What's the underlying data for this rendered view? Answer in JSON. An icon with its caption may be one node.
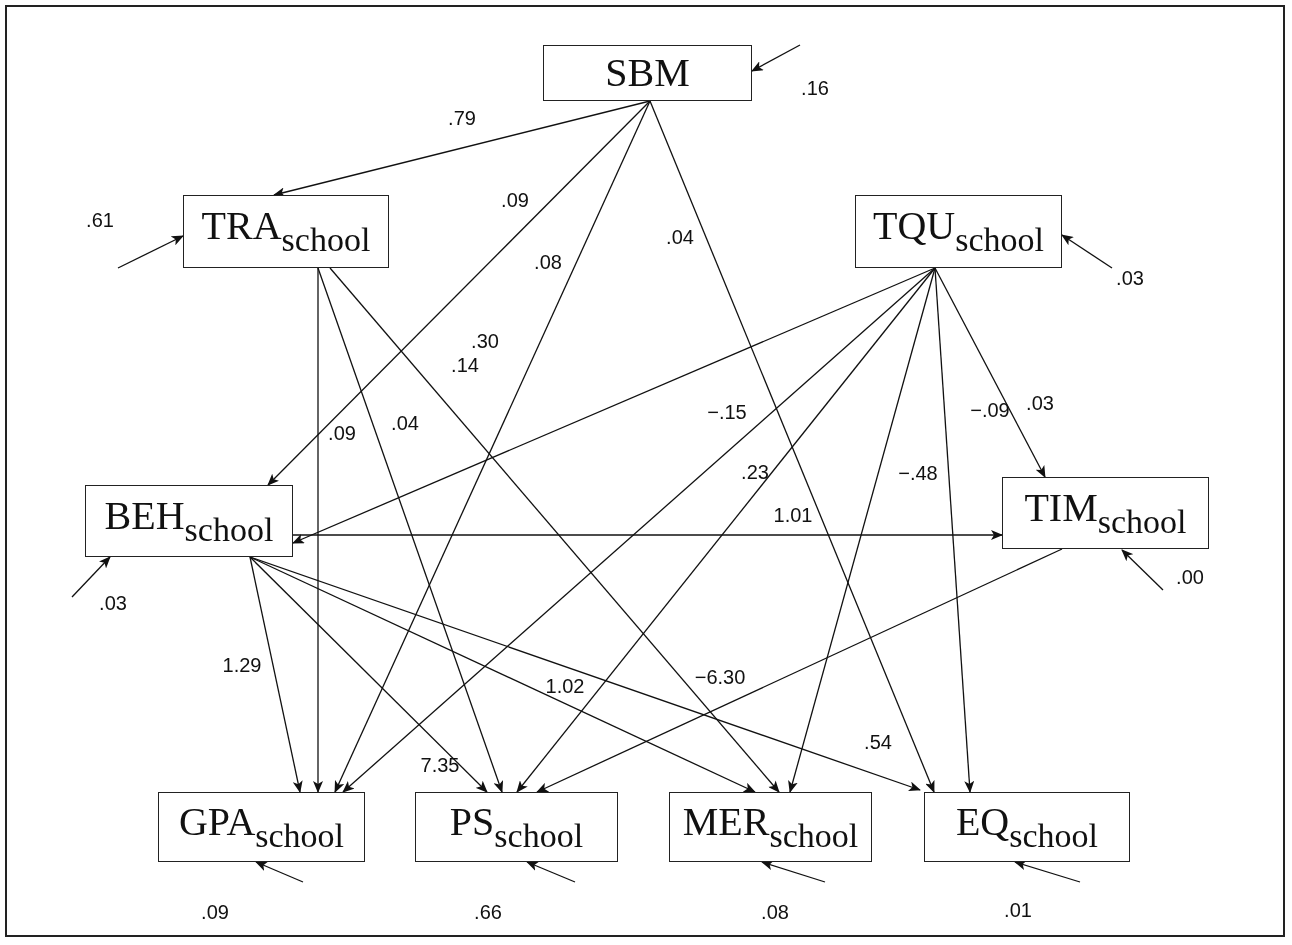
{
  "diagram": {
    "nodes": [
      {
        "text": [
          "SBM"
        ]
      },
      {
        "text": [
          "TRA$_{school}$"
        ]
      },
      {
        "text": [
          "TQU$_{school}$"
        ]
      },
      {
        "text": [
          "BEH$_{school}$"
        ]
      },
      {
        "text": [
          "TIM$_{school}$"
        ]
      },
      {
        "text": [
          "GPA$_{school}$"
        ]
      },
      {
        "text": [
          "PS$_{school}$"
        ]
      },
      {
        "text": [
          "MER$_{school}$"
        ]
      },
      {
        "text": [
          "EQ$_{school}$"
        ]
      }
    ],
    "edges": [
      {
        "from": 0,
        "to": 1,
        "arrow": "to",
        "label": ".79"
      },
      {
        "from": 0,
        "to": 3,
        "arrow": "to",
        "label": ".09"
      },
      {
        "from": 0,
        "to": 5,
        "arrow": "to",
        "label": ".08"
      },
      {
        "from": 0,
        "to": 8,
        "arrow": "to",
        "label": ".04"
      },
      {
        "from": 1,
        "to": 5,
        "arrow": "to",
        "label": ".09"
      },
      {
        "from": 1,
        "to": 6,
        "arrow": "to",
        "label": ".04"
      },
      {
        "from": 1,
        "to": 7,
        "arrow": "to",
        "label": ".14"
      },
      {
        "from": 2,
        "to": 3,
        "arrow": "to",
        "label": ".30"
      },
      {
        "from": 2,
        "to": 5,
        "arrow": "to",
        "label": "−.15"
      },
      {
        "from": 2,
        "to": 6,
        "arrow": "to",
        "label": ".23"
      },
      {
        "from": 2,
        "to": 7,
        "arrow": "to",
        "label": "−.48"
      },
      {
        "from": 2,
        "to": 8,
        "arrow": "to",
        "label": "−.09"
      },
      {
        "from": 2,
        "to": 4,
        "arrow": "to",
        "label": ".03"
      },
      {
        "from": 3,
        "to": 4,
        "arrow": "to",
        "label": "1.01"
      },
      {
        "from": 3,
        "to": 5,
        "arrow": "to",
        "label": "1.29"
      },
      {
        "from": 3,
        "to": 6,
        "arrow": "to",
        "label": "7.35"
      },
      {
        "from": 3,
        "to": 7,
        "arrow": "to",
        "label": "1.02"
      },
      {
        "from": 3,
        "to": 8,
        "arrow": "to",
        "label": ".54"
      },
      {
        "from": 4,
        "to": 6,
        "arrow": "to",
        "label": "−6.30"
      },
      {
        "from": null,
        "to": 0,
        "arrow": "to",
        "label": ".16"
      },
      {
        "from": null,
        "to": 1,
        "arrow": "to",
        "label": ".61"
      },
      {
        "from": null,
        "to": 2,
        "arrow": "to",
        "label": ".03"
      },
      {
        "from": null,
        "to": 3,
        "arrow": "to",
        "label": ".03"
      },
      {
        "from": null,
        "to": 4,
        "arrow": "to",
        "label": ".00"
      },
      {
        "from": null,
        "to": 5,
        "arrow": "to",
        "label": ".09"
      },
      {
        "from": null,
        "to": 6,
        "arrow": "to",
        "label": ".66"
      },
      {
        "from": null,
        "to": 7,
        "arrow": "to",
        "label": ".08"
      },
      {
        "from": null,
        "to": 8,
        "arrow": "to",
        "label": ".01"
      }
    ]
  }
}
